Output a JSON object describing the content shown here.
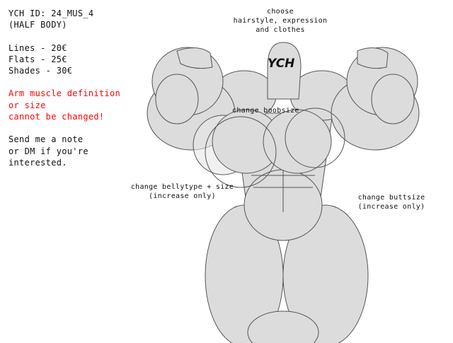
{
  "info": {
    "id_line": "YCH ID: 24_MUS_4",
    "type_line": "(HALF BODY)",
    "prices": [
      "Lines - 20€",
      "Flats - 25€",
      "Shades - 30€"
    ],
    "warning": [
      "Arm muscle definition",
      "or size",
      "cannot be changed!"
    ],
    "contact": [
      "Send me a note",
      "or DM if you're",
      "interested."
    ]
  },
  "annotations": {
    "head": [
      "choose",
      "hairstyle, expression",
      "and clothes"
    ],
    "chest": "change boobsize",
    "belly": [
      "change bellytype + size",
      "(increase only)"
    ],
    "butt": [
      "change buttsize",
      "(increase only)"
    ]
  },
  "figure": {
    "head_label": "YCH",
    "fill_color": "#dcdcdc",
    "line_color": "#555555"
  }
}
